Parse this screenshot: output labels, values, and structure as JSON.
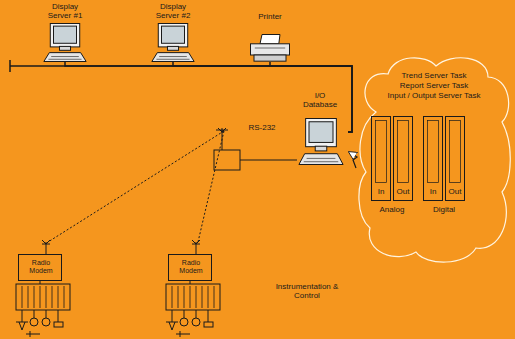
{
  "diagram": {
    "nodes": [
      {
        "text": [
          "Display Server #1"
        ]
      },
      {
        "text": [
          "Display Server #2"
        ]
      },
      {
        "text": [
          "Printer"
        ]
      },
      {
        "text": [
          "I/O Database"
        ]
      },
      {
        "text": [
          "Trend Server Task",
          "Report Server Task",
          "Input / Output Server Task"
        ]
      },
      {
        "text": [
          "In",
          "Out",
          "Analog"
        ],
        "in": 4
      },
      {
        "text": [
          "In",
          "Out",
          "Digital"
        ],
        "in": 4
      },
      {
        "text": [
          "Radio Modem"
        ]
      },
      {
        "text": [
          "Radio Modem"
        ]
      }
    ],
    "edges": [
      {
        "from": 0,
        "to": 3,
        "arrow": "none"
      },
      {
        "from": 1,
        "to": 3,
        "arrow": "none"
      },
      {
        "from": 2,
        "to": 3,
        "arrow": "none"
      },
      {
        "from": 4,
        "to": 3,
        "arrow": "to"
      }
    ],
    "labels": [
      "RS-232",
      "Instrumentation & Control"
    ]
  }
}
